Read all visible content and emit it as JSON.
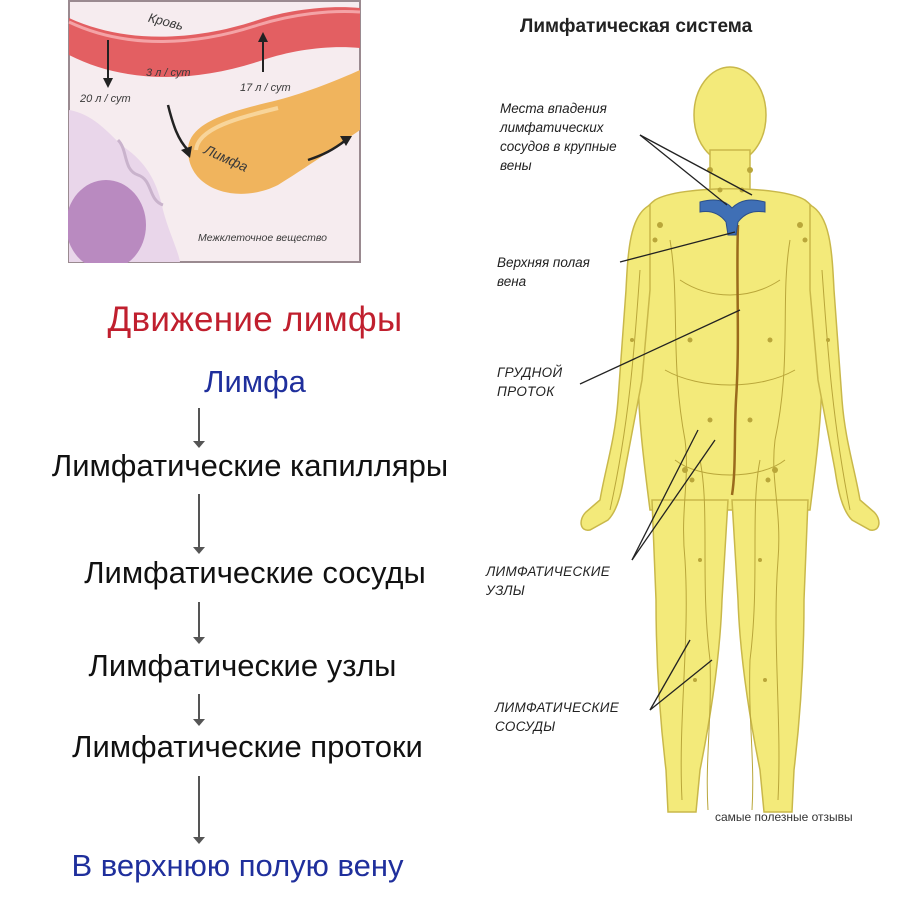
{
  "inset": {
    "blood_label": "Кровь",
    "lymph_label": "Лимфа",
    "rate_20": "20 л / сут",
    "rate_3": "3 л / сут",
    "rate_17": "17 л / сут",
    "interstitial_label": "Межклеточное вещество"
  },
  "flow": {
    "heading": "Движение лимфы",
    "steps": [
      "Лимфа",
      "Лимфатические капилляры",
      "Лимфатические сосуды",
      "Лимфатические узлы",
      "Лимфатические протоки",
      "В верхнюю полую вену"
    ]
  },
  "diagram": {
    "title": "Лимфатическая система",
    "labels": {
      "entry_line1": "Места впадения",
      "entry_line2": "лимфатических",
      "entry_line3": "сосудов в крупные",
      "entry_line4": "вены",
      "vena_line1": "Верхняя полая",
      "vena_line2": "вена",
      "duct_line1": "ГРУДНОЙ",
      "duct_line2": "ПРОТОК",
      "nodes_line1": "ЛИМФАТИЧЕСКИЕ",
      "nodes_line2": "УЗЛЫ",
      "vessels_line1": "ЛИМФАТИЧЕСКИЕ",
      "vessels_line2": "СОСУДЫ"
    },
    "watermark": "самые полезные отзывы"
  },
  "colors": {
    "heading": "#c01f2e",
    "step_accent": "#1f2f9c",
    "body_fill": "#f3ea7a",
    "vein_blue": "#3f6fb5",
    "blood_red": "#e05a5a",
    "lymph_orange": "#f2b25a"
  }
}
